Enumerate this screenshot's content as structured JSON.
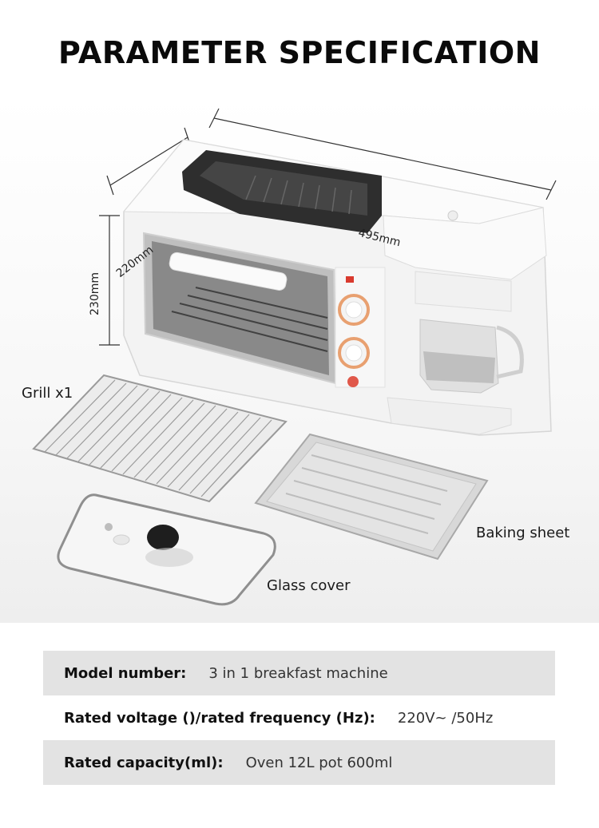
{
  "header": {
    "title": "PARAMETER SPECIFICATION"
  },
  "dimensions": {
    "width": "495mm",
    "depth": "220mm",
    "height": "230mm"
  },
  "callouts": {
    "grill": "Grill x1",
    "baking_sheet": "Baking sheet",
    "glass_cover": "Glass cover"
  },
  "specs": [
    {
      "label": "Model number:",
      "value": "3 in 1 breakfast machine"
    },
    {
      "label": "Rated voltage ()/rated frequency (Hz):",
      "value": "220V~ /50Hz"
    },
    {
      "label": "Rated capacity(ml):",
      "value": "Oven 12L pot 600ml"
    }
  ],
  "colors": {
    "accent_knob": "#e8a070",
    "appliance_body": "#f4f4f4",
    "row_shade": "#e3e3e3"
  }
}
